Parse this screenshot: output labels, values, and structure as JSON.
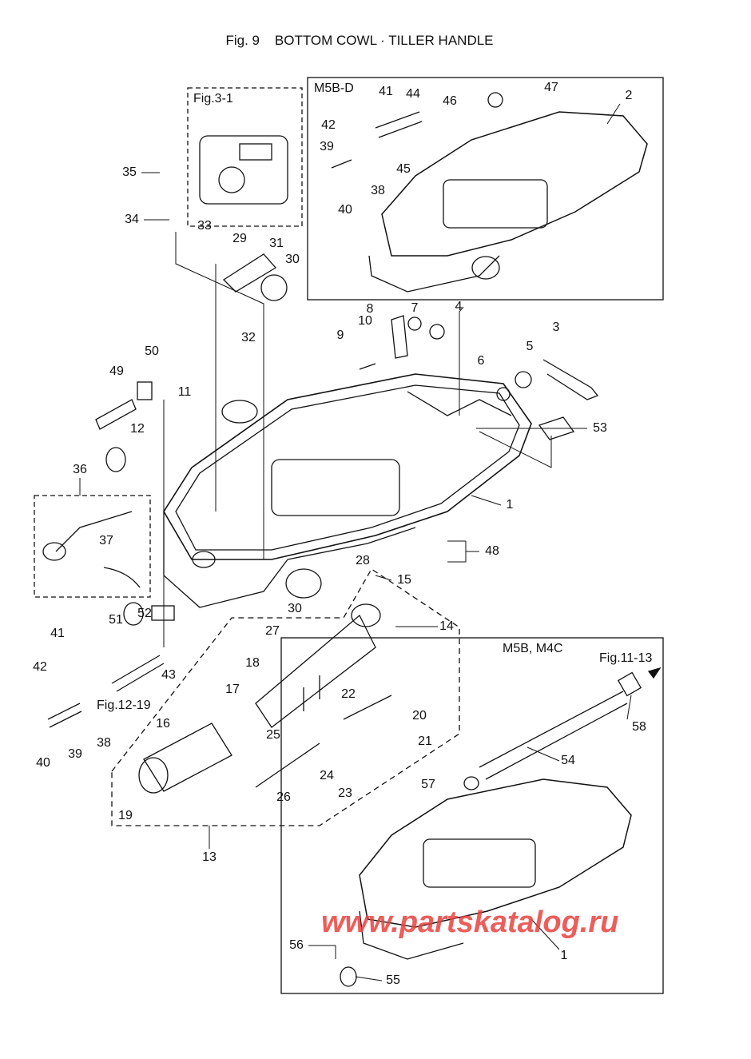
{
  "title": "Fig. 9    BOTTOM COWL · TILLER HANDLE",
  "boxes": {
    "m5bd": "M5B-D",
    "fig31": "Fig.3-1",
    "m5b_m4c": "M5B, M4C",
    "fig1113": "Fig.11-13",
    "fig1219": "Fig.12-19"
  },
  "part_numbers": [
    "41",
    "44",
    "46",
    "47",
    "2",
    "42",
    "39",
    "45",
    "38",
    "40",
    "35",
    "34",
    "33",
    "29",
    "31",
    "30",
    "32",
    "8",
    "7",
    "4",
    "9",
    "10",
    "3",
    "5",
    "6",
    "50",
    "49",
    "11",
    "12",
    "53",
    "36",
    "1",
    "37",
    "28",
    "15",
    "48",
    "30",
    "14",
    "51",
    "52",
    "27",
    "41",
    "42",
    "18",
    "43",
    "17",
    "22",
    "20",
    "16",
    "38",
    "39",
    "40",
    "25",
    "21",
    "24",
    "26",
    "23",
    "19",
    "13",
    "58",
    "54",
    "57",
    "56",
    "55",
    "1"
  ],
  "watermark": "www.partskatalog.ru"
}
